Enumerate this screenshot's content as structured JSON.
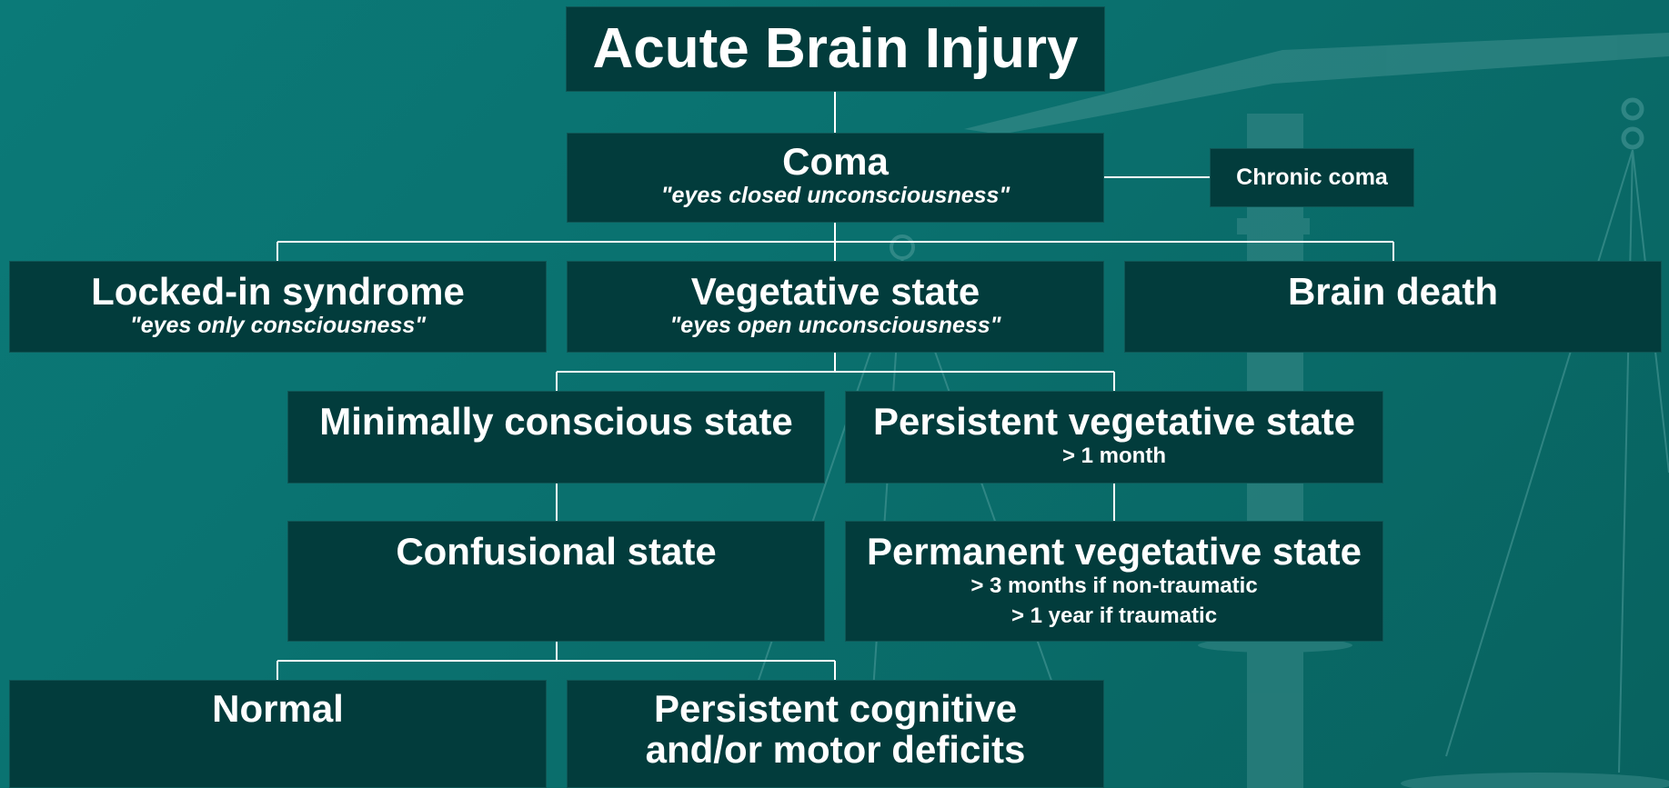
{
  "diagram": {
    "title": "Acute Brain Injury",
    "nodes": {
      "coma": {
        "title": "Coma",
        "subtitle": "\"eyes closed unconsciousness\""
      },
      "chronic_coma": {
        "title": "Chronic coma"
      },
      "locked_in": {
        "title": "Locked-in syndrome",
        "subtitle": "\"eyes only consciousness\""
      },
      "vegetative": {
        "title": "Vegetative state",
        "subtitle": "\"eyes open unconsciousness\""
      },
      "brain_death": {
        "title": "Brain death"
      },
      "minimally_conscious": {
        "title": "Minimally conscious state"
      },
      "persistent_vegetative": {
        "title": "Persistent vegetative state",
        "note": "> 1 month"
      },
      "confusional": {
        "title": "Confusional state"
      },
      "permanent_vegetative": {
        "title": "Permanent vegetative state",
        "notes": [
          "> 3 months if non-traumatic",
          "> 1 year if traumatic"
        ]
      },
      "normal": {
        "title": "Normal"
      },
      "persistent_deficits": {
        "title": "Persistent cognitive and/or motor deficits"
      }
    }
  },
  "colors": {
    "background": "#0b7a78",
    "box_fill": "#023c3c",
    "connector": "#ffffff",
    "text": "#ffffff"
  },
  "background_icon": "balance-scale-icon"
}
